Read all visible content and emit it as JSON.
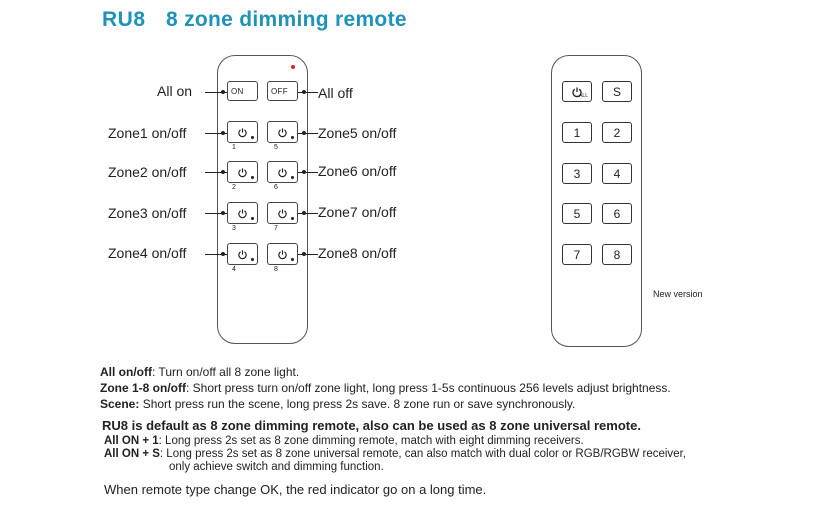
{
  "title": {
    "code": "RU8",
    "text": "8 zone dimming remote"
  },
  "remote1": {
    "on_label": "ON",
    "off_label": "OFF",
    "zone_numbers_left": [
      "1",
      "2",
      "3",
      "4"
    ],
    "zone_numbers_right": [
      "5",
      "6",
      "7",
      "8"
    ],
    "indicator_color": "#e02020"
  },
  "callouts": {
    "all_on": "All on",
    "all_off": "All off",
    "left": [
      "Zone1 on/off",
      "Zone2 on/off",
      "Zone3 on/off",
      "Zone4 on/off"
    ],
    "right": [
      "Zone5 on/off",
      "Zone6 on/off",
      "Zone7 on/off",
      "Zone8 on/off"
    ]
  },
  "remote2": {
    "all_label": "ALL",
    "s_label": "S",
    "numbers": [
      "1",
      "2",
      "3",
      "4",
      "5",
      "6",
      "7",
      "8"
    ]
  },
  "new_version": "New version",
  "descriptions": {
    "all_onoff_term": "All on/off",
    "all_onoff_text": ": Turn on/off all 8 zone light.",
    "zone_term": "Zone 1-8 on/off",
    "zone_text": ": Short press turn on/off zone light, long press 1-5s continuous 256 levels adjust brightness.",
    "scene_term": "Scene:",
    "scene_text": " Short press run the scene, long press 2s save. 8 zone run or save synchronously.",
    "default_heading": "RU8 is default as 8 zone dimming remote, also can be used as 8 zone universal remote.",
    "allon1_term": "All ON + 1",
    "allon1_text": ": Long press 2s set as 8 zone dimming remote, match with eight dimming receivers.",
    "allons_term": "All ON + S",
    "allons_text": ": Long press 2s set as 8 zone universal remote, can also match with dual color or RGB/RGBW receiver,",
    "allons_text2": "only achieve switch and dimming function.",
    "final": "When remote type change OK, the red indicator go on a long time."
  },
  "colors": {
    "accent": "#1f92b8",
    "indicator": "#e02020"
  }
}
